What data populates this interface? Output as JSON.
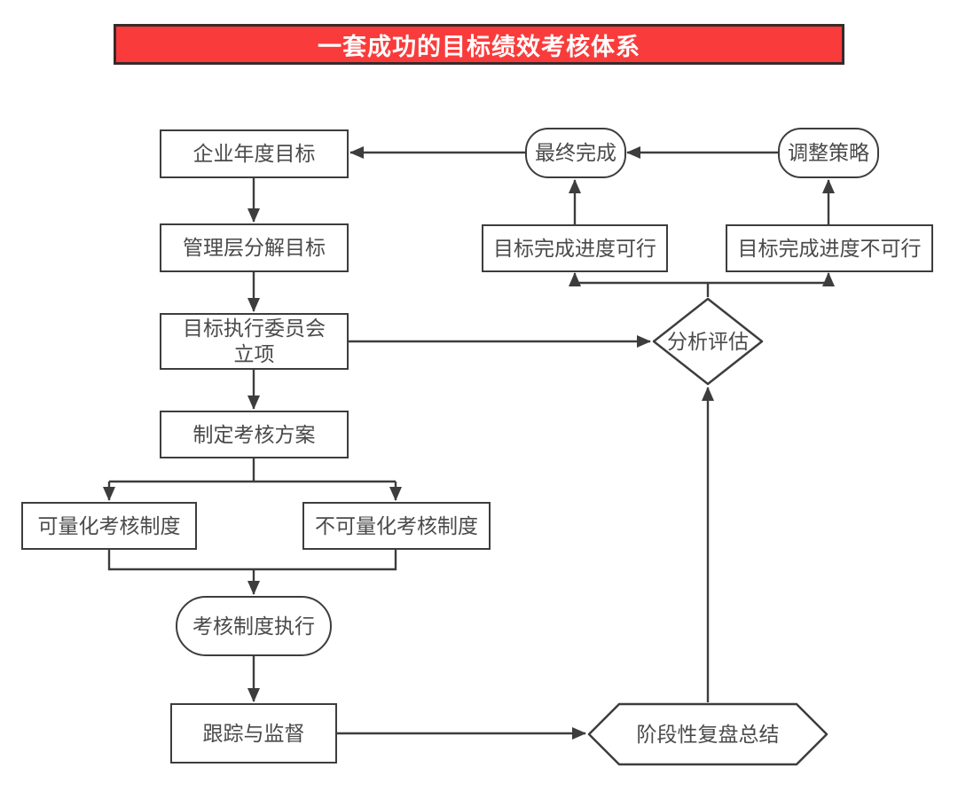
{
  "colors": {
    "page_bg": "#ffffff",
    "banner_red": "#fa3b3b",
    "banner_border": "#382a2a",
    "banner_text": "#ffffff",
    "line": "#3d3d3d",
    "node_fill": "#ffffff",
    "text": "#4a4a4a"
  },
  "title": {
    "text": "一套成功的目标绩效考核体系"
  },
  "nodes": {
    "annual_goal": {
      "label": "企业年度目标",
      "shape": "rectangle"
    },
    "decompose_goal": {
      "label": "管理层分解目标",
      "shape": "rectangle"
    },
    "committee": {
      "label_line1": "目标执行委员会",
      "label_line2": "立项",
      "shape": "rectangle"
    },
    "assessment_plan": {
      "label": "制定考核方案",
      "shape": "rectangle"
    },
    "quantifiable": {
      "label": "可量化考核制度",
      "shape": "rectangle"
    },
    "non_quantifiable": {
      "label": "不可量化考核制度",
      "shape": "rectangle"
    },
    "execution": {
      "label": "考核制度执行",
      "shape": "stadium"
    },
    "tracking": {
      "label": "跟踪与监督",
      "shape": "rectangle"
    },
    "periodic_review": {
      "label": "阶段性复盘总结",
      "shape": "hexagon"
    },
    "analysis": {
      "label": "分析评估",
      "shape": "diamond"
    },
    "progress_feasible": {
      "label": "目标完成进度可行",
      "shape": "rectangle"
    },
    "progress_infeasible": {
      "label": "目标完成进度不可行",
      "shape": "rectangle"
    },
    "final_completion": {
      "label": "最终完成",
      "shape": "stadium"
    },
    "adjust_strategy": {
      "label": "调整策略",
      "shape": "stadium"
    }
  },
  "edges": [
    {
      "from": "annual_goal",
      "to": "decompose_goal"
    },
    {
      "from": "decompose_goal",
      "to": "committee"
    },
    {
      "from": "committee",
      "to": "assessment_plan"
    },
    {
      "from": "committee",
      "to": "analysis"
    },
    {
      "from": "assessment_plan",
      "to": "quantifiable"
    },
    {
      "from": "assessment_plan",
      "to": "non_quantifiable"
    },
    {
      "from": "quantifiable",
      "to": "execution"
    },
    {
      "from": "non_quantifiable",
      "to": "execution"
    },
    {
      "from": "execution",
      "to": "tracking"
    },
    {
      "from": "tracking",
      "to": "periodic_review"
    },
    {
      "from": "periodic_review",
      "to": "analysis"
    },
    {
      "from": "analysis",
      "to": "progress_feasible"
    },
    {
      "from": "analysis",
      "to": "progress_infeasible"
    },
    {
      "from": "progress_feasible",
      "to": "final_completion"
    },
    {
      "from": "progress_infeasible",
      "to": "adjust_strategy"
    },
    {
      "from": "adjust_strategy",
      "to": "final_completion"
    },
    {
      "from": "final_completion",
      "to": "annual_goal"
    }
  ]
}
